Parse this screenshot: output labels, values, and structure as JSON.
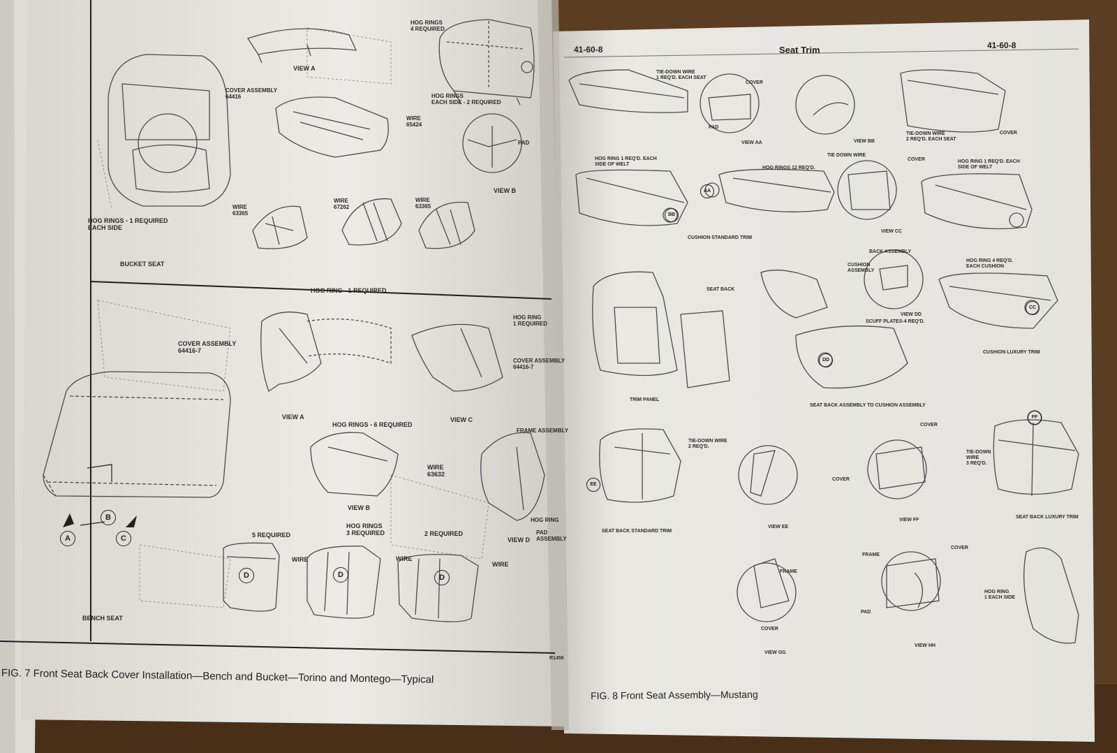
{
  "left_page": {
    "bucket_section": {
      "title": "BUCKET SEAT",
      "view_a": "VIEW A",
      "view_b": "VIEW B",
      "hog_rings_4": "HOG RINGS\n4 REQUIRED",
      "hog_rings_2": "HOG RINGS\nEACH SIDE - 2 REQUIRED",
      "cover_assembly": "COVER ASSEMBLY\n64416",
      "wire_65424": "WIRE\n65424",
      "hog_rings_1": "HOG RINGS - 1 REQUIRED\nEACH SIDE",
      "wire_63365_a": "WIRE\n63365",
      "wire_67262": "WIRE\n67262",
      "wire_63365_b": "WIRE\n63365",
      "pad": "PAD"
    },
    "bench_section": {
      "title": "BENCH SEAT",
      "view_a": "VIEW A",
      "view_b": "VIEW B",
      "view_c": "VIEW C",
      "view_d": "VIEW D",
      "hog_ring_1": "HOG RING - 1 REQUIRED",
      "cover_assembly": "COVER ASSEMBLY\n64416-7",
      "hog_ring_right": "HOG RING\n1 REQUIRED",
      "cover_assembly_c": "COVER ASSEMBLY\n64416-7",
      "hog_rings_6": "HOG RINGS - 6 REQUIRED",
      "wire_63632": "WIRE\n63632",
      "frame_assembly": "FRAME ASSEMBLY",
      "hog_ring_d": "HOG RING",
      "pad_assembly": "PAD\nASSEMBLY",
      "five_required": "5 REQUIRED",
      "hog_rings_3": "HOG RINGS\n3 REQUIRED",
      "two_required": "2 REQUIRED",
      "wire_1": "WIRE",
      "wire_2": "WIRE",
      "wire_3": "WIRE",
      "circle_a": "A",
      "circle_b": "B",
      "circle_c": "C",
      "circle_d": "D"
    },
    "ref_code": "R1456",
    "caption": "FIG. 7 Front Seat Back Cover Installation—Bench and Bucket—Torino and Montego—Typical"
  },
  "right_page": {
    "header_left": "41-60-8",
    "header_center": "Seat Trim",
    "header_right": "41-60-8",
    "tie_down_wire_top": "TIE-DOWN WIRE\n1 REQ'D. EACH SEAT",
    "cover_aa": "COVER",
    "pad_aa": "PAD",
    "view_aa": "VIEW AA",
    "view_bb": "VIEW BB",
    "tie_down_wire_2": "TIE-DOWN WIRE\n2 REQ'D. EACH SEAT",
    "cover_top_right": "COVER",
    "hog_ring_1_welt": "HOG RING 1 REQ'D. EACH\nSIDE OF WELT",
    "hog_rings_12": "HOG RINGS 12 REQ'D.",
    "tie_down_wire_cc": "TIE DOWN WIRE",
    "cover_cc": "COVER",
    "hog_ring_1_welt_r": "HOG RING 1 REQ'D. EACH\nSIDE OF WELT",
    "cushion_standard": "CUSHION STANDARD TRIM",
    "view_cc": "VIEW CC",
    "seat_back": "SEAT BACK",
    "back_assembly": "BACK ASSEMBLY",
    "cushion_assembly": "CUSHION\nASSEMBLY",
    "hog_ring_4": "HOG RING 4 REQ'D.\nEACH CUSHION",
    "view_dd": "VIEW DD",
    "scuff_plates": "SCUFF PLATES-4 REQ'D.",
    "cushion_luxury": "CUSHION LUXURY TRIM",
    "trim_panel": "TRIM PANEL",
    "seat_back_to_cushion": "SEAT BACK ASSEMBLY TO CUSHION ASSEMBLY",
    "tie_down_ee": "TIE-DOWN WIRE\n2 REQ'D.",
    "cover_ee": "COVER",
    "cover_ff": "COVER",
    "tie_down_ff": "TIE-DOWN\nWIRE\n3 REQ'D.",
    "seat_back_standard": "SEAT BACK STANDARD TRIM",
    "view_ee": "VIEW EE",
    "view_ff": "VIEW FF",
    "seat_back_luxury": "SEAT BACK LUXURY TRIM",
    "frame_gg": "FRAME",
    "cover_gg": "COVER",
    "view_gg": "VIEW GG",
    "frame_hh": "FRAME",
    "cover_hh": "COVER",
    "pad_hh": "PAD",
    "hog_ring_hh": "HOG RING\n1 EACH SIDE",
    "view_hh": "VIEW HH",
    "circle_aa": "AA",
    "circle_bb": "BB",
    "circle_cc": "CC",
    "circle_dd": "DD",
    "circle_ee": "EE",
    "circle_ff": "FF",
    "caption": "FIG. 8 Front Seat Assembly—Mustang"
  }
}
